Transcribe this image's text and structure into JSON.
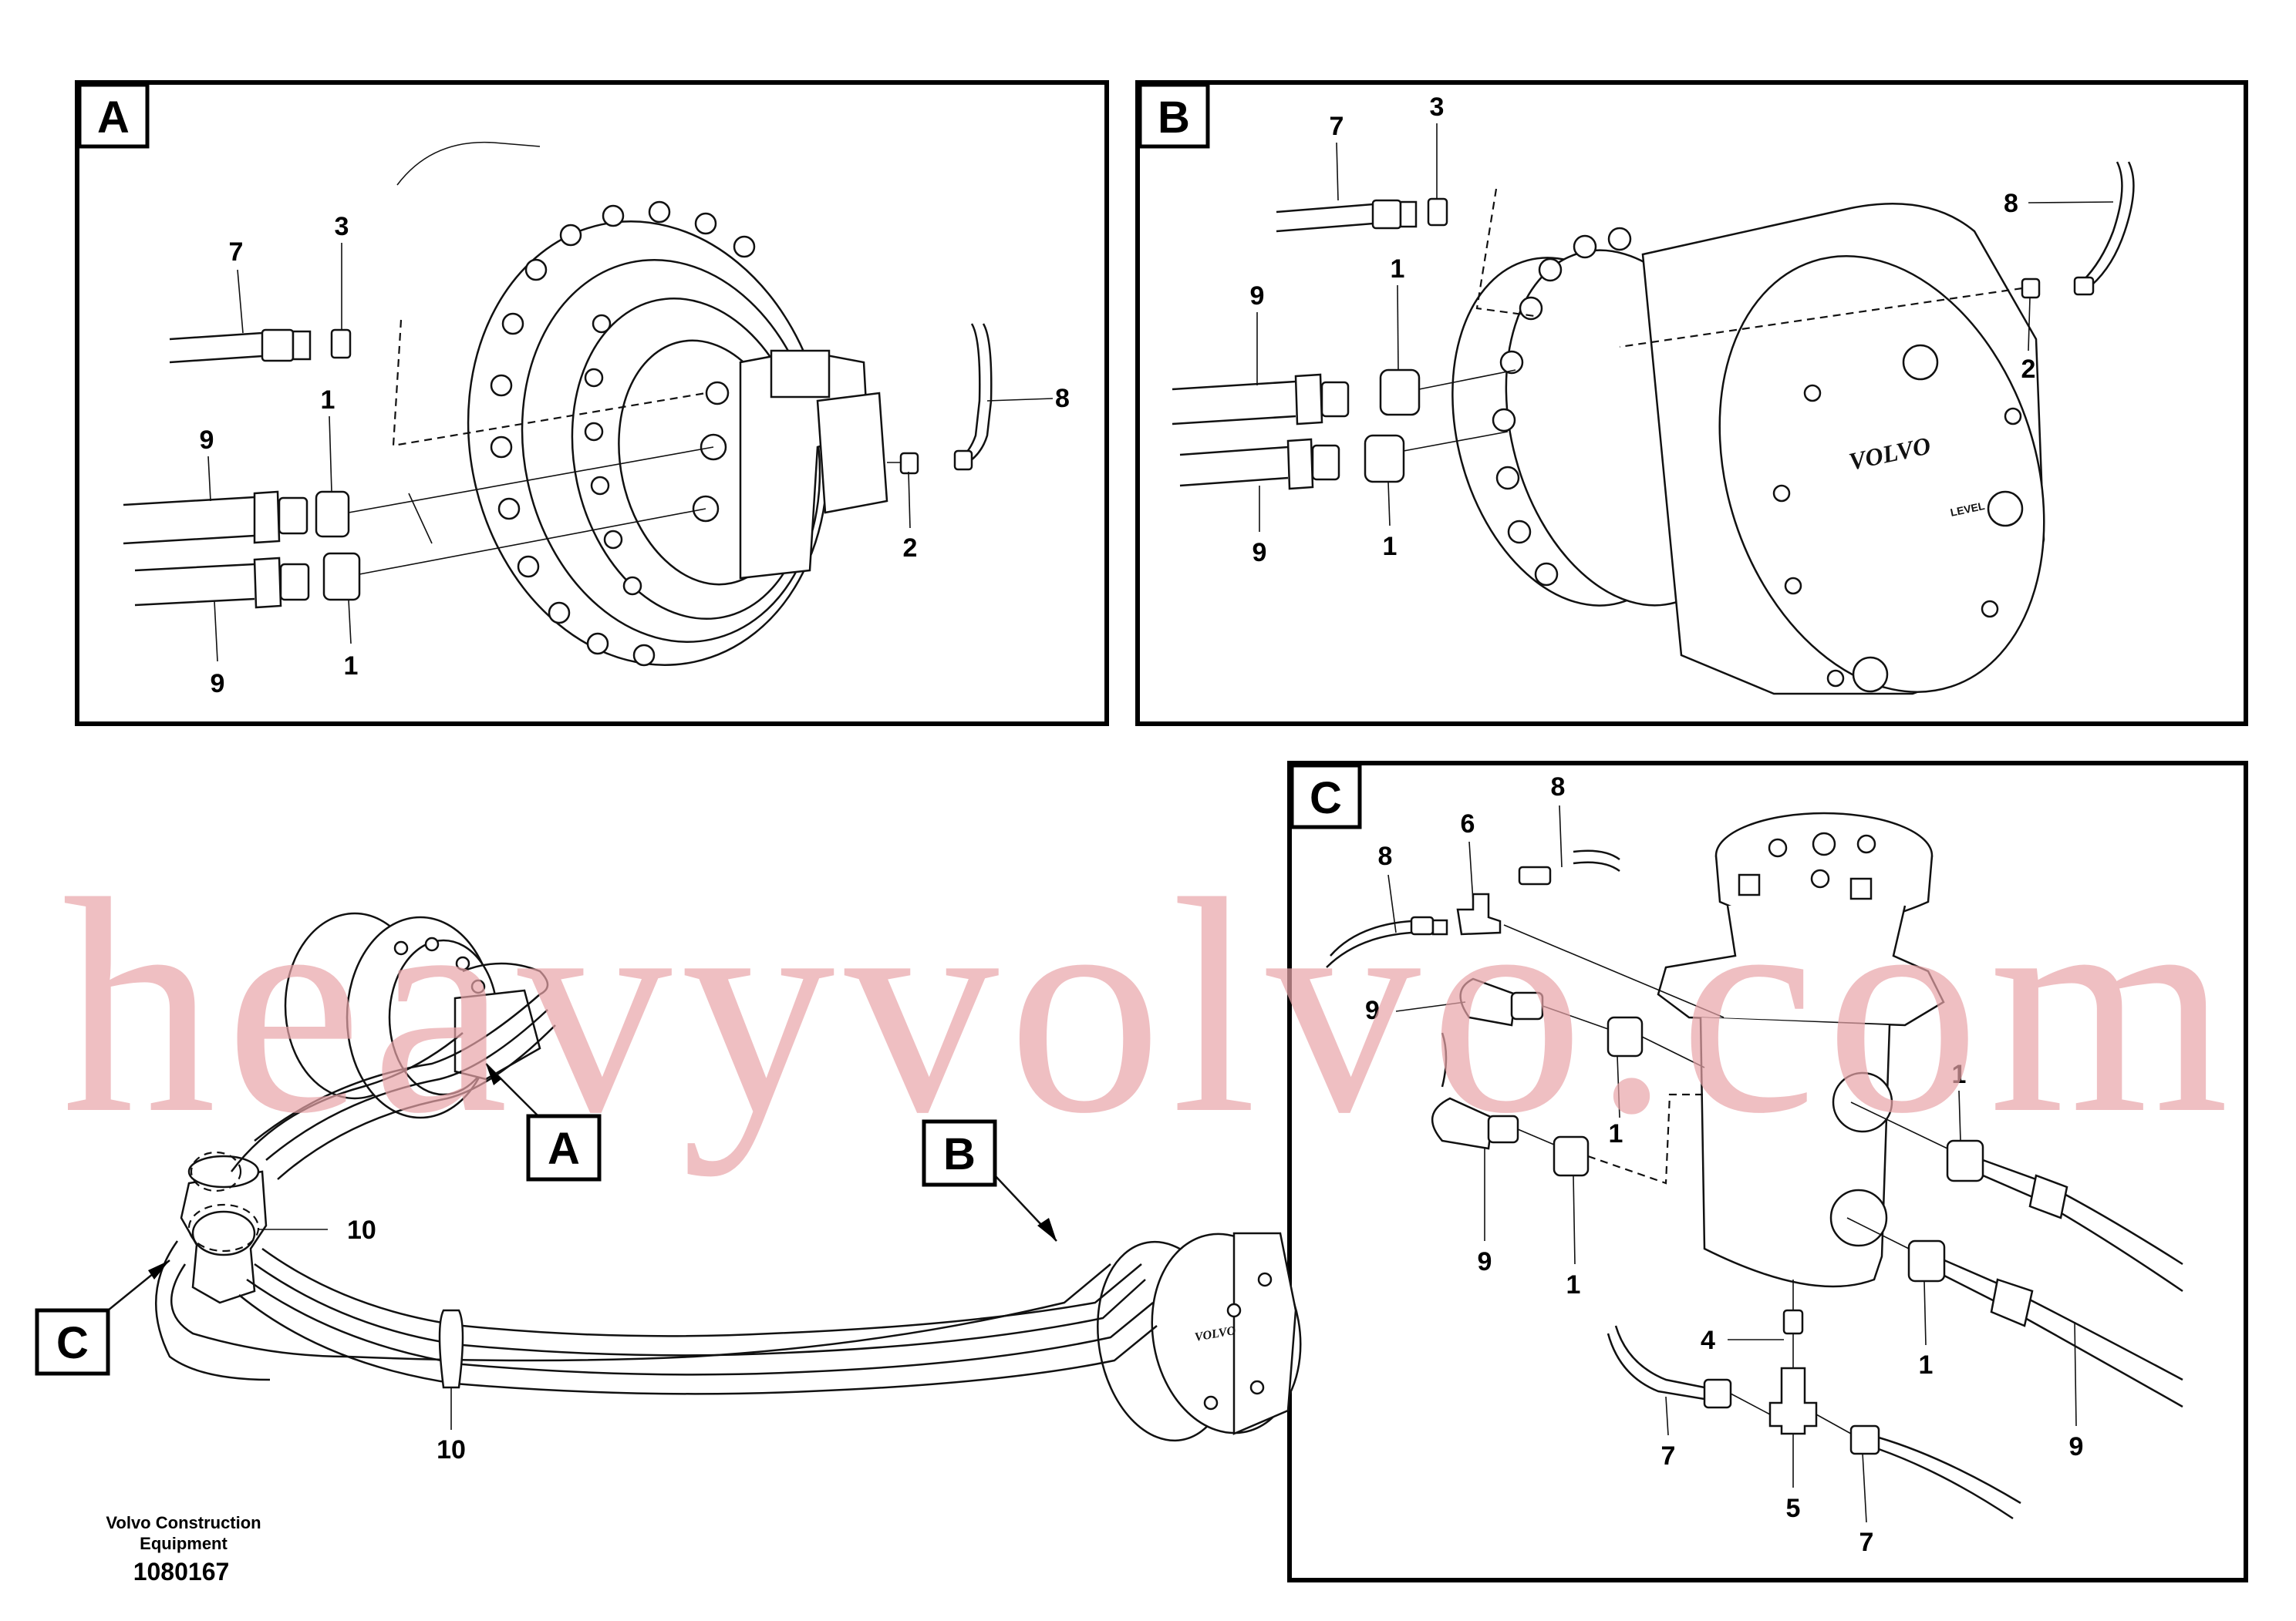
{
  "panels": {
    "a": {
      "label": "A",
      "callouts": [
        "7",
        "3",
        "1",
        "9",
        "8",
        "2",
        "9",
        "1"
      ]
    },
    "b": {
      "label": "B",
      "callouts": [
        "7",
        "3",
        "8",
        "9",
        "1",
        "2",
        "9",
        "1"
      ]
    },
    "c": {
      "label": "C",
      "callouts": [
        "8",
        "6",
        "8",
        "9",
        "1",
        "1",
        "9",
        "1",
        "1",
        "4",
        "9",
        "7",
        "5",
        "7"
      ]
    }
  },
  "overview": {
    "tags": [
      "A",
      "B",
      "C"
    ],
    "callouts": [
      "10",
      "10"
    ]
  },
  "motor_text": {
    "logo": "VOLVO",
    "level": "LEVEL"
  },
  "footer": {
    "line1": "Volvo Construction",
    "line2": "Equipment",
    "number": "1080167"
  },
  "watermark": "heavyvolvo.com"
}
